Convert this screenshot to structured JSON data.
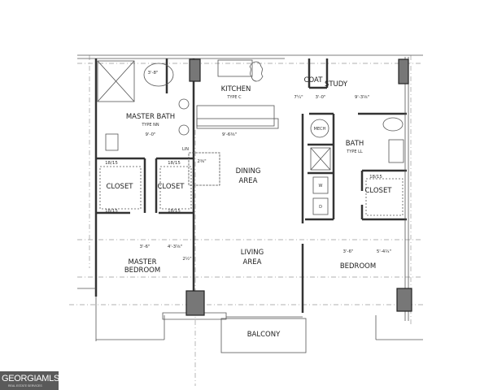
{
  "rooms": {
    "kitchen": "KITCHEN",
    "kitchen_type": "TYPE C",
    "master_bath": "MASTER BATH",
    "master_bath_type": "TYPE NN",
    "closet_left_1": "CLOSET",
    "closet_left_2": "CLOSET",
    "dining": [
      "DINING",
      "AREA"
    ],
    "living": [
      "LIVING",
      "AREA"
    ],
    "master_bedroom": [
      "MASTER",
      "BEDROOM"
    ],
    "study": "STUDY",
    "coat": "COAT",
    "bath": "BATH",
    "bath_type": "TYPE LL",
    "closet_right": "CLOSET",
    "bedroom": "BEDROOM",
    "balcony": "BALCONY",
    "mech": "MECH",
    "washer": "W",
    "dryer": "D",
    "linen": "LIN"
  },
  "dimensions": {
    "bath_width": "9'-0\"",
    "kitchen_width": "9'-6⅜\"",
    "tub": "3'-8\"",
    "mb_a": "3'-6\"",
    "mb_b": "4'-3⅝\"",
    "mb_c": "2½\"",
    "dining_c": "2⅜\"",
    "study_width": "9'-3⅝\"",
    "coat_w": "3'-0\"",
    "study_a": "7¼\"",
    "bed_a": "3'-6\"",
    "bed_b": "5'-4¾\"",
    "shelf": "18/15"
  },
  "logo": {
    "name": "GEORGIAMLS",
    "tagline": "REAL ESTATE SERVICES"
  }
}
